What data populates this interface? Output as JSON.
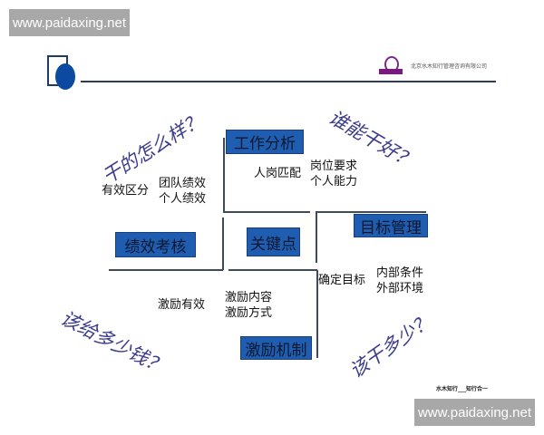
{
  "watermark": "www.paidaxing.net",
  "header": {
    "company": "北京水木知行管理咨询有限公司",
    "accent": "#0b4aa0"
  },
  "center": "关键点",
  "boxes": {
    "job_analysis": "工作分析",
    "goal_mgmt": "目标管理",
    "perf_eval": "绩效考核",
    "incentive": "激励机制"
  },
  "notes": {
    "perf": {
      "main": "有效区分",
      "sub": [
        "团队绩效",
        "个人绩效"
      ]
    },
    "job": {
      "main": "人岗匹配",
      "sub": [
        "岗位要求",
        "个人能力"
      ]
    },
    "goal": {
      "main": "确定目标",
      "sub": [
        "内部条件",
        "外部环境"
      ]
    },
    "inc": {
      "main": "激励有效",
      "sub": [
        "激励内容",
        "激励方式"
      ]
    }
  },
  "questions": {
    "tl": "干的怎么样？",
    "tr": "谁能干好？",
    "bl": "该给多少钱？",
    "br": "该干多少？"
  },
  "footer": "水木知行___知行合一"
}
